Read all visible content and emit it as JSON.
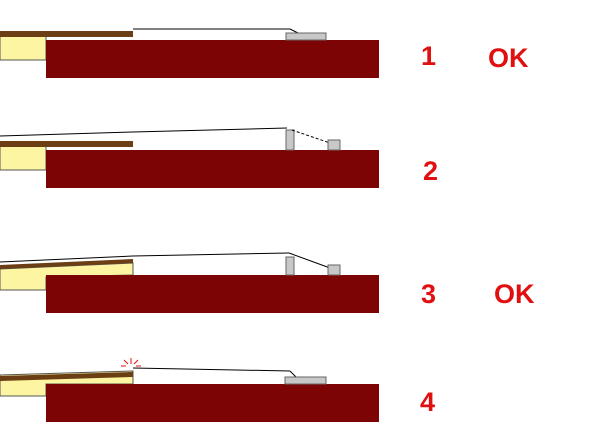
{
  "panels": [
    {
      "number": "1",
      "status": "OK"
    },
    {
      "number": "2",
      "status": ""
    },
    {
      "number": "3",
      "status": "OK"
    },
    {
      "number": "4",
      "status": ""
    }
  ],
  "colors": {
    "base": "#7c0404",
    "strip": "#6b3e14",
    "pad": "#fdf5a2",
    "block": "#c8c8c8",
    "wire": "#000000",
    "label": "#e01010"
  }
}
